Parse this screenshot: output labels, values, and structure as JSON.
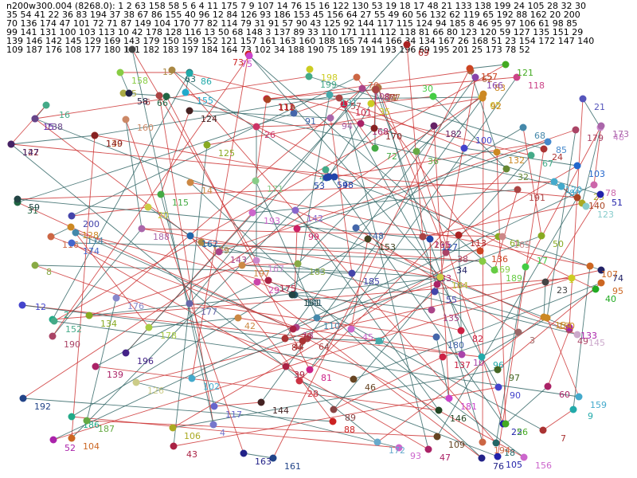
{
  "header": {
    "lines": [
      "n200w300.004 (8268.0): 1 2 63 158 58 5 6 4 11 175 7 9 107 14 76 15 16 122 130 53 19 18 17 48 21 133 138 199 24 105 28 32 30",
      " 35 54 41 22 36 83 194 37 38 67 86 155 40 96 12 84 126 93 186 153 45 156 64 27 55 49 60 56 132 62 119 65 192 88 162 20 200",
      "70 136 174 47 101 72 71 87 149 104 170 77 82 114 79 31 91 57 90 43 125 92 144 117 115 124 94 185 8 46 95 97 106 61 98 85",
      "99 141 131 100 103 113 10 42 178 128 116 13 50 68 148 3 137 89 33 110 171 111 112 118 81 66 80 123 120 59 127 135 151 29",
      "139 146 142 145 129 169 143 179 150 159 152 121 157 161 163 160 188 165 74 44 166 34 134 167 26 168 51 23 154 172 147 140",
      "109 187 176 108 177 180 181 182 183 197 184 164 73 102 34 188 190 75 189 191 193 196 69 195 201 25 173 78 52"
    ]
  },
  "graph": {
    "edge_colors": [
      "#cc3333",
      "#336666"
    ],
    "nodes": [
      {
        "id": "1",
        "color": "#cccc22"
      },
      {
        "id": "2",
        "color": "#22aa88"
      },
      {
        "id": "3",
        "color": "#996666"
      },
      {
        "id": "4",
        "color": "#7777cc"
      },
      {
        "id": "5",
        "color": "#aaaa44"
      },
      {
        "id": "6",
        "color": "#aa4444"
      },
      {
        "id": "7",
        "color": "#aa3333"
      },
      {
        "id": "8",
        "color": "#88aa44"
      },
      {
        "id": "9",
        "color": "#22aaaa"
      },
      {
        "id": "10",
        "color": "#aa44aa"
      },
      {
        "id": "11",
        "color": "#444444"
      },
      {
        "id": "12",
        "color": "#4444cc"
      },
      {
        "id": "13",
        "color": "#aa4488"
      },
      {
        "id": "14",
        "color": "#cc8844"
      },
      {
        "id": "15",
        "color": "#6622aa"
      },
      {
        "id": "16",
        "color": "#44aa88"
      },
      {
        "id": "17",
        "color": "#44cc44"
      },
      {
        "id": "18",
        "color": "#226666"
      },
      {
        "id": "19",
        "color": "#aa8844"
      },
      {
        "id": "20",
        "color": "#cccc44"
      },
      {
        "id": "21",
        "color": "#5555bb"
      },
      {
        "id": "22",
        "color": "#2222aa"
      },
      {
        "id": "23",
        "color": "#444444"
      },
      {
        "id": "24",
        "color": "#aa3333"
      },
      {
        "id": "25",
        "color": "#aaaa22"
      },
      {
        "id": "26",
        "color": "#cc3366"
      },
      {
        "id": "27",
        "color": "#44aaaa"
      },
      {
        "id": "28",
        "color": "#cc3344"
      },
      {
        "id": "29",
        "color": "#cc44aa"
      },
      {
        "id": "30",
        "color": "#44cc44"
      },
      {
        "id": "31",
        "color": "#226644"
      },
      {
        "id": "32",
        "color": "#668833"
      },
      {
        "id": "33",
        "color": "#aa2266"
      },
      {
        "id": "34",
        "color": "#222266"
      },
      {
        "id": "35",
        "color": "#cccc22"
      },
      {
        "id": "36",
        "color": "#66aa44"
      },
      {
        "id": "37",
        "color": "#aa7744"
      },
      {
        "id": "38",
        "color": "#aa4466"
      },
      {
        "id": "39",
        "color": "#aa2244"
      },
      {
        "id": "40",
        "color": "#22aa22"
      },
      {
        "id": "41",
        "color": "#44aa88"
      },
      {
        "id": "42",
        "color": "#cc8844"
      },
      {
        "id": "43",
        "color": "#aa2244"
      },
      {
        "id": "44",
        "color": "#aa3333"
      },
      {
        "id": "45",
        "color": "#cc66cc"
      },
      {
        "id": "46",
        "color": "#664422"
      },
      {
        "id": "47",
        "color": "#aa2266"
      },
      {
        "id": "48",
        "color": "#cc88cc"
      },
      {
        "id": "49",
        "color": "#aa4466"
      },
      {
        "id": "50",
        "color": "#88aa22"
      },
      {
        "id": "51",
        "color": "#2222aa"
      },
      {
        "id": "52",
        "color": "#aa22aa"
      },
      {
        "id": "53",
        "color": "#2244aa"
      },
      {
        "id": "54",
        "color": "#2244aa"
      },
      {
        "id": "55",
        "color": "#4444aa"
      },
      {
        "id": "56",
        "color": "#44aa22"
      },
      {
        "id": "57",
        "color": "#aa4444"
      },
      {
        "id": "58",
        "color": "#222244"
      },
      {
        "id": "59",
        "color": "#224444"
      },
      {
        "id": "60",
        "color": "#aa2266"
      },
      {
        "id": "61",
        "color": "#88aa22"
      },
      {
        "id": "62",
        "color": "#aa6644"
      },
      {
        "id": "63",
        "color": "#226666"
      },
      {
        "id": "64",
        "color": "#aa4444"
      },
      {
        "id": "65",
        "color": "#cccc44"
      },
      {
        "id": "66",
        "color": "#226644"
      },
      {
        "id": "67",
        "color": "#44aa88"
      },
      {
        "id": "68",
        "color": "#4488aa"
      },
      {
        "id": "69",
        "color": "#aa2222"
      },
      {
        "id": "70",
        "color": "#cc6644"
      },
      {
        "id": "71",
        "color": "#aa8844"
      },
      {
        "id": "72",
        "color": "#44aa44"
      },
      {
        "id": "73",
        "color": "#cc2222"
      },
      {
        "id": "74",
        "color": "#222266"
      },
      {
        "id": "75",
        "color": "#cc44cc"
      },
      {
        "id": "76",
        "color": "#222288"
      },
      {
        "id": "77",
        "color": "#aa4444"
      },
      {
        "id": "78",
        "color": "#cc66aa"
      },
      {
        "id": "79",
        "color": "#aa2244"
      },
      {
        "id": "80",
        "color": "#44aacc"
      },
      {
        "id": "81",
        "color": "#cc2288"
      },
      {
        "id": "82",
        "color": "#cc2244"
      },
      {
        "id": "83",
        "color": "#cc8822"
      },
      {
        "id": "84",
        "color": "#aa3333"
      },
      {
        "id": "85",
        "color": "#4488cc"
      },
      {
        "id": "86",
        "color": "#22aaaa"
      },
      {
        "id": "87",
        "color": "#aa4444"
      },
      {
        "id": "88",
        "color": "#cc2222"
      },
      {
        "id": "89",
        "color": "#884444"
      },
      {
        "id": "90",
        "color": "#4444cc"
      },
      {
        "id": "91",
        "color": "#4466aa"
      },
      {
        "id": "92",
        "color": "#cc8822"
      },
      {
        "id": "93",
        "color": "#cc66cc"
      },
      {
        "id": "94",
        "color": "#aa66aa"
      },
      {
        "id": "95",
        "color": "#cc6622"
      },
      {
        "id": "96",
        "color": "#22aaaa"
      },
      {
        "id": "97",
        "color": "#446622"
      },
      {
        "id": "98",
        "color": "#2244aa"
      },
      {
        "id": "99",
        "color": "#cc2266"
      },
      {
        "id": "100",
        "color": "#4444cc"
      },
      {
        "id": "101",
        "color": "#cc2244"
      },
      {
        "id": "102",
        "color": "#44aacc"
      },
      {
        "id": "103",
        "color": "#2266cc"
      },
      {
        "id": "104",
        "color": "#cc6622"
      },
      {
        "id": "105",
        "color": "#2222aa"
      },
      {
        "id": "106",
        "color": "#aaaa22"
      },
      {
        "id": "107",
        "color": "#cc6622"
      },
      {
        "id": "108",
        "color": "#aa4488"
      },
      {
        "id": "109",
        "color": "#664422"
      },
      {
        "id": "110",
        "color": "#4488aa"
      },
      {
        "id": "111",
        "color": "#aa2222"
      },
      {
        "id": "112",
        "color": "#cc2244"
      },
      {
        "id": "113",
        "color": "#aa2222"
      },
      {
        "id": "114",
        "color": "#4488aa"
      },
      {
        "id": "115",
        "color": "#44aa44"
      },
      {
        "id": "116",
        "color": "#cc6644"
      },
      {
        "id": "117",
        "color": "#6666cc"
      },
      {
        "id": "118",
        "color": "#cc4488"
      },
      {
        "id": "119",
        "color": "#aa4422"
      },
      {
        "id": "120",
        "color": "#44aacc"
      },
      {
        "id": "121",
        "color": "#44aa22"
      },
      {
        "id": "122",
        "color": "#aa3333"
      },
      {
        "id": "123",
        "color": "#88cccc"
      },
      {
        "id": "124",
        "color": "#442222"
      },
      {
        "id": "125",
        "color": "#88aa22"
      },
      {
        "id": "126",
        "color": "#cccc88"
      },
      {
        "id": "127",
        "color": "#2244aa"
      },
      {
        "id": "128",
        "color": "#cc8822"
      },
      {
        "id": "129",
        "color": "#aa8844"
      },
      {
        "id": "130",
        "color": "#cc6622"
      },
      {
        "id": "131",
        "color": "#44aaaa"
      },
      {
        "id": "132",
        "color": "#cc8822"
      },
      {
        "id": "133",
        "color": "#aa22aa"
      },
      {
        "id": "134",
        "color": "#88aa22"
      },
      {
        "id": "135",
        "color": "#aa4488"
      },
      {
        "id": "136",
        "color": "#cc4422"
      },
      {
        "id": "137",
        "color": "#cc2244"
      },
      {
        "id": "138",
        "color": "#664488"
      },
      {
        "id": "139",
        "color": "#aa2266"
      },
      {
        "id": "140",
        "color": "#aa4422"
      },
      {
        "id": "141",
        "color": "#225566"
      },
      {
        "id": "142",
        "color": "#8866cc"
      },
      {
        "id": "143",
        "color": "#aa4488"
      },
      {
        "id": "144",
        "color": "#442222"
      },
      {
        "id": "145",
        "color": "#ccaacc"
      },
      {
        "id": "146",
        "color": "#224422"
      },
      {
        "id": "147",
        "color": "#442266"
      },
      {
        "id": "148",
        "color": "#4466aa"
      },
      {
        "id": "149",
        "color": "#882222"
      },
      {
        "id": "150",
        "color": "#cc8822"
      },
      {
        "id": "151",
        "color": "#224444"
      },
      {
        "id": "152",
        "color": "#44aa88"
      },
      {
        "id": "153",
        "color": "#444422"
      },
      {
        "id": "154",
        "color": "#cc8822"
      },
      {
        "id": "155",
        "color": "#22aacc"
      },
      {
        "id": "156",
        "color": "#cc66cc"
      },
      {
        "id": "157",
        "color": "#cc4422"
      },
      {
        "id": "158",
        "color": "#88cc44"
      },
      {
        "id": "159",
        "color": "#44aacc"
      },
      {
        "id": "160",
        "color": "#cc8866"
      },
      {
        "id": "161",
        "color": "#224488"
      },
      {
        "id": "162",
        "color": "#2266aa"
      },
      {
        "id": "163",
        "color": "#222288"
      },
      {
        "id": "164",
        "color": "#444444"
      },
      {
        "id": "165",
        "color": "#cc8888"
      },
      {
        "id": "166",
        "color": "#8844aa"
      },
      {
        "id": "167",
        "color": "#cc88cc"
      },
      {
        "id": "168",
        "color": "#aa2266"
      },
      {
        "id": "169",
        "color": "#88cc44"
      },
      {
        "id": "170",
        "color": "#882222"
      },
      {
        "id": "171",
        "color": "#88cc88"
      },
      {
        "id": "172",
        "color": "#66aacc"
      },
      {
        "id": "173",
        "color": "#aa66aa"
      },
      {
        "id": "174",
        "color": "#4466cc"
      },
      {
        "id": "175",
        "color": "#aa2244"
      },
      {
        "id": "176",
        "color": "#8888cc"
      },
      {
        "id": "177",
        "color": "#6666aa"
      },
      {
        "id": "178",
        "color": "#aacc44"
      },
      {
        "id": "179",
        "color": "#aa4466"
      },
      {
        "id": "180",
        "color": "#4466aa"
      },
      {
        "id": "181",
        "color": "#cc44cc"
      },
      {
        "id": "182",
        "color": "#662266"
      },
      {
        "id": "183",
        "color": "#88aa44"
      },
      {
        "id": "184",
        "color": "#cccc44"
      },
      {
        "id": "185",
        "color": "#4444aa"
      },
      {
        "id": "186",
        "color": "#22aa88"
      },
      {
        "id": "187",
        "color": "#66aa44"
      },
      {
        "id": "188",
        "color": "#aa66aa"
      },
      {
        "id": "189",
        "color": "#66cc44"
      },
      {
        "id": "190",
        "color": "#aa4466"
      },
      {
        "id": "191",
        "color": "#aa4444"
      },
      {
        "id": "192",
        "color": "#224488"
      },
      {
        "id": "193",
        "color": "#cc66cc"
      },
      {
        "id": "194",
        "color": "#cc6644"
      },
      {
        "id": "195",
        "color": "#cc2288"
      },
      {
        "id": "196",
        "color": "#442288"
      },
      {
        "id": "197",
        "color": "#cc8844"
      },
      {
        "id": "198",
        "color": "#cccc22"
      },
      {
        "id": "199",
        "color": "#44aa88"
      },
      {
        "id": "200",
        "color": "#4444aa"
      },
      {
        "id": "201",
        "color": "#aa4444"
      }
    ],
    "tour": [
      "1",
      "2",
      "63",
      "158",
      "58",
      "5",
      "6",
      "4",
      "11",
      "175",
      "7",
      "9",
      "107",
      "14",
      "76",
      "15",
      "16",
      "122",
      "130",
      "53",
      "19",
      "18",
      "17",
      "48",
      "21",
      "133",
      "138",
      "199",
      "24",
      "105",
      "28",
      "32",
      "30",
      "35",
      "54",
      "41",
      "22",
      "36",
      "83",
      "194",
      "37",
      "38",
      "67",
      "86",
      "155",
      "40",
      "96",
      "12",
      "84",
      "126",
      "93",
      "186",
      "153",
      "45",
      "156",
      "64",
      "27",
      "55",
      "49",
      "60",
      "56",
      "132",
      "62",
      "119",
      "65",
      "192",
      "88",
      "162",
      "20",
      "200",
      "70",
      "136",
      "174",
      "47",
      "101",
      "72",
      "71",
      "87",
      "149",
      "104",
      "170",
      "77",
      "82",
      "114",
      "79",
      "31",
      "91",
      "57",
      "90",
      "43",
      "125",
      "92",
      "144",
      "117",
      "115",
      "124",
      "94",
      "185",
      "8",
      "46",
      "95",
      "97",
      "106",
      "61",
      "98",
      "85",
      "99",
      "141",
      "131",
      "100",
      "103",
      "113",
      "10",
      "42",
      "178",
      "128",
      "116",
      "13",
      "50",
      "68",
      "148",
      "3",
      "137",
      "89",
      "33",
      "110",
      "171",
      "111",
      "112",
      "118",
      "81",
      "66",
      "80",
      "123",
      "120",
      "59",
      "127",
      "135",
      "151",
      "29",
      "139",
      "146",
      "142",
      "145",
      "129",
      "169",
      "143",
      "179",
      "150",
      "159",
      "152",
      "121",
      "157",
      "161",
      "163",
      "160",
      "188",
      "165",
      "74",
      "44",
      "166",
      "34",
      "134",
      "167",
      "26",
      "168",
      "51",
      "23",
      "154",
      "172",
      "147",
      "140",
      "109",
      "187",
      "176",
      "108",
      "177",
      "180",
      "181",
      "182",
      "183",
      "197",
      "184",
      "164",
      "73",
      "102",
      "34",
      "188",
      "190",
      "75",
      "189",
      "191",
      "193",
      "196",
      "69",
      "195",
      "201",
      "25",
      "173",
      "78",
      "52"
    ]
  }
}
